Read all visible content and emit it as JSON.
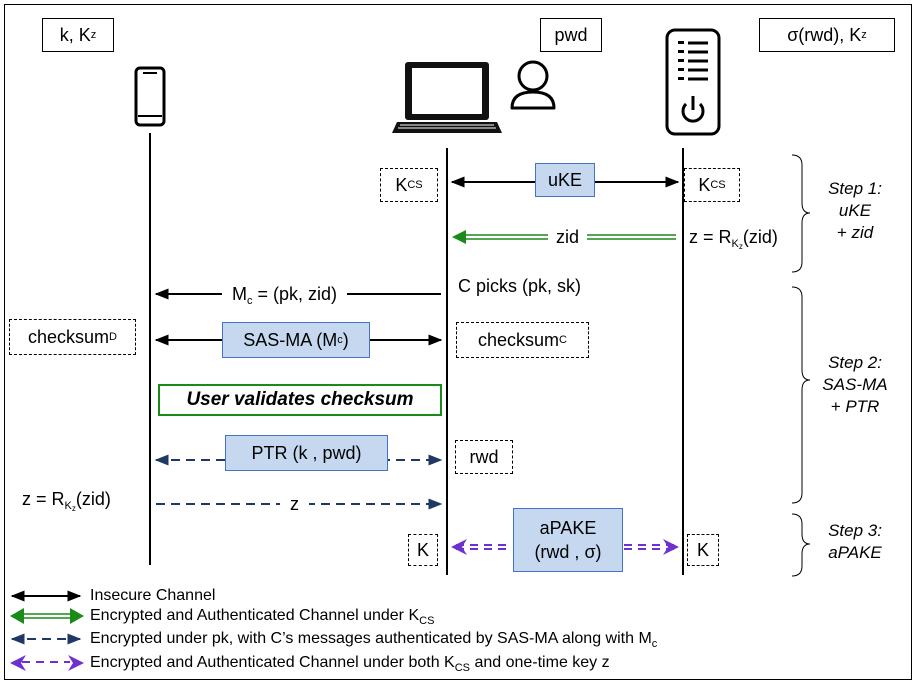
{
  "parties": {
    "phone_secret": "k, K",
    "phone_secret_sub": "z",
    "user_secret": "pwd",
    "server_secret": "σ(rwd), K",
    "server_secret_sub": "z"
  },
  "messages": {
    "uke": "uKE",
    "kcs": "K",
    "kcs_sub": "CS",
    "zid": "zid",
    "z_def_server_pre": "z = R",
    "z_def_sub": "K",
    "z_def_subsub": "z",
    "z_def_post": "(zid)",
    "c_picks": "C picks (pk, sk)",
    "mc_pre": "M",
    "mc_sub": "c",
    "mc_post": " = (pk, zid)",
    "checksum": "checksum",
    "checksum_d_sub": "D",
    "checksum_c_sub": "C",
    "sasma_pre": "SAS-MA (M",
    "sasma_sub": "c",
    "sasma_post": ")",
    "user_validates": "User validates checksum",
    "ptr": "PTR (k , pwd)",
    "rwd": "rwd",
    "z_def_phone_pre": "z = R",
    "z": "z",
    "apake_line1": "aPAKE",
    "apake_line2": "(rwd , σ)",
    "k": "K"
  },
  "steps": {
    "step1_title": "Step 1:",
    "step1_l2": "uKE",
    "step1_l3": "+ zid",
    "step2_title": "Step 2:",
    "step2_l2": "SAS-MA",
    "step2_l3": "+ PTR",
    "step3_title": "Step 3:",
    "step3_l2": "aPAKE"
  },
  "legend": {
    "insecure": "Insecure Channel",
    "enc_auth_pre": "Encrypted and Authenticated Channel under K",
    "enc_auth_sub": "CS",
    "enc_pk_pre": "Encrypted under pk, with C’s messages authenticated by SAS-MA along with M",
    "enc_pk_sub": "c",
    "both_pre": "Encrypted and Authenticated Channel under both K",
    "both_sub": "CS",
    "both_post": " and one-time key z"
  },
  "colors": {
    "black": "#000000",
    "green": "#1a8a1a",
    "navy": "#1f3864",
    "purple": "#7030d0",
    "blue_fill": "#c5d8ef",
    "blue_border": "#4472c4",
    "validate_border": "#1a8a1a"
  },
  "icons": [
    "phone-icon",
    "laptop-icon",
    "user-icon",
    "server-icon"
  ]
}
